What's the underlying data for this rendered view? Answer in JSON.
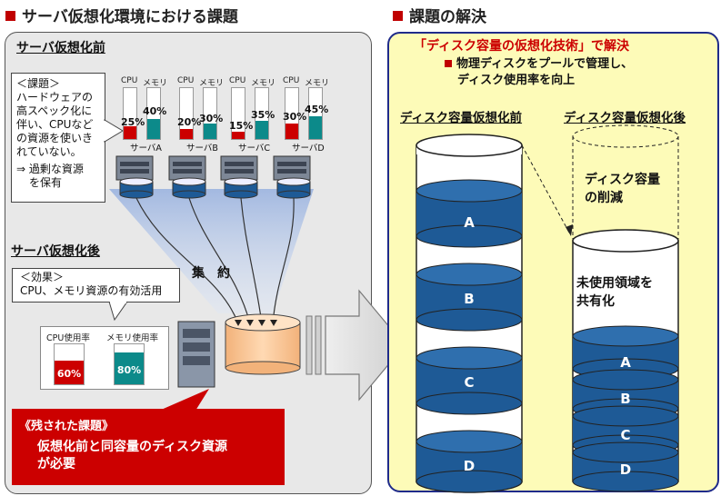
{
  "headers": {
    "left": "サーバ仮想化環境における課題",
    "right": "課題の解決"
  },
  "left": {
    "before_title": "サーバ仮想化前",
    "issue_box": {
      "lines": [
        "＜課題＞",
        "ハードウェアの",
        "高スペック化に",
        "伴い、CPUなど",
        "の資源を使いき",
        "れていない。"
      ],
      "note_lines": [
        "⇒ 過剰な資源",
        "を保有"
      ]
    },
    "bar_labels": {
      "cpu": "CPU",
      "memory": "メモリ"
    },
    "servers": [
      {
        "name": "サーバA",
        "cpu": 25,
        "memory": 40,
        "cpu_label": "25%",
        "memory_label": "40%"
      },
      {
        "name": "サーバB",
        "cpu": 20,
        "memory": 30,
        "cpu_label": "20%",
        "memory_label": "30%"
      },
      {
        "name": "サーバC",
        "cpu": 15,
        "memory": 35,
        "cpu_label": "15%",
        "memory_label": "35%"
      },
      {
        "name": "サーバD",
        "cpu": 30,
        "memory": 45,
        "cpu_label": "30%",
        "memory_label": "45%"
      }
    ],
    "consolidate_label": "集　約",
    "after_title": "サーバ仮想化後",
    "effect_box": {
      "title": "＜効果＞",
      "text": "CPU、メモリ資源の有効活用"
    },
    "usage": {
      "cpu_title": "CPU使用率",
      "cpu_value": 60,
      "cpu_label": "60%",
      "mem_title": "メモリ使用率",
      "mem_value": 80,
      "mem_label": "80%"
    },
    "remaining": {
      "title": "《残された課題》",
      "lines": [
        "仮想化前と同容量のディスク資源",
        "が必要"
      ]
    }
  },
  "right": {
    "title": "「ディスク容量の仮想化技術」で解決",
    "bullet_lines": [
      "物理ディスクをプールで管理し、",
      "ディスク使用率を向上"
    ],
    "before_label": "ディスク容量仮想化前",
    "after_label": "ディスク容量仮想化後",
    "before_disks": [
      "A",
      "B",
      "C",
      "D"
    ],
    "after_disks": [
      "A",
      "B",
      "C",
      "D"
    ],
    "reduction_lines": [
      "ディスク容量",
      "の削減"
    ],
    "shared_lines": [
      "未使用領域を",
      "共有化"
    ]
  },
  "colors": {
    "cpu_red": "#cc0000",
    "memory_teal": "#0c8a8a",
    "disk_blue": "#1e5a96",
    "panel_blue": "#1f2b8a",
    "panel_yellow": "#fdfbb8",
    "title_red": "#cc0000"
  }
}
